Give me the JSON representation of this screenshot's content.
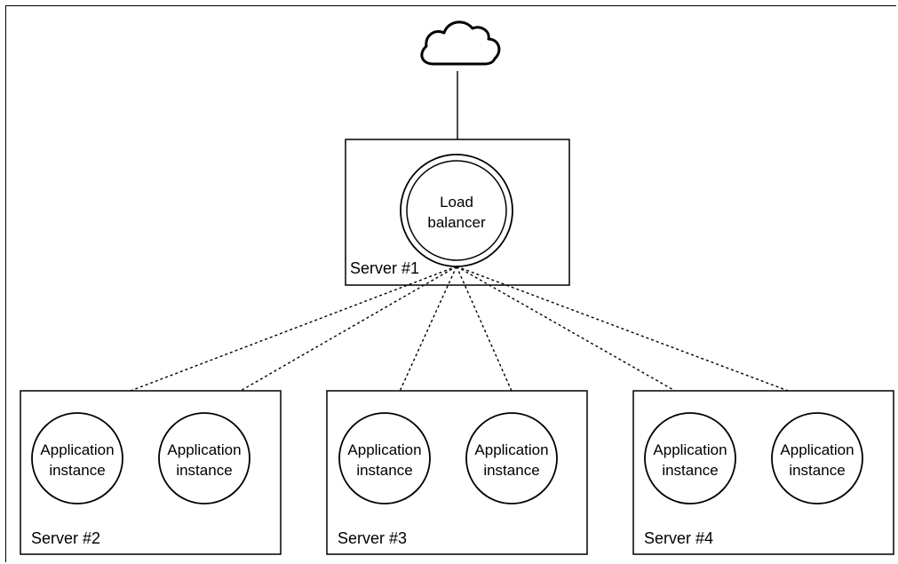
{
  "load_balancer": {
    "line1": "Load",
    "line2": "balancer"
  },
  "servers": [
    {
      "label": "Server #1"
    },
    {
      "label": "Server #2"
    },
    {
      "label": "Server #3"
    },
    {
      "label": "Server #4"
    }
  ],
  "app_instance": {
    "line1": "Application",
    "line2": "instance"
  },
  "icons": {
    "internet": "cloud-icon"
  }
}
